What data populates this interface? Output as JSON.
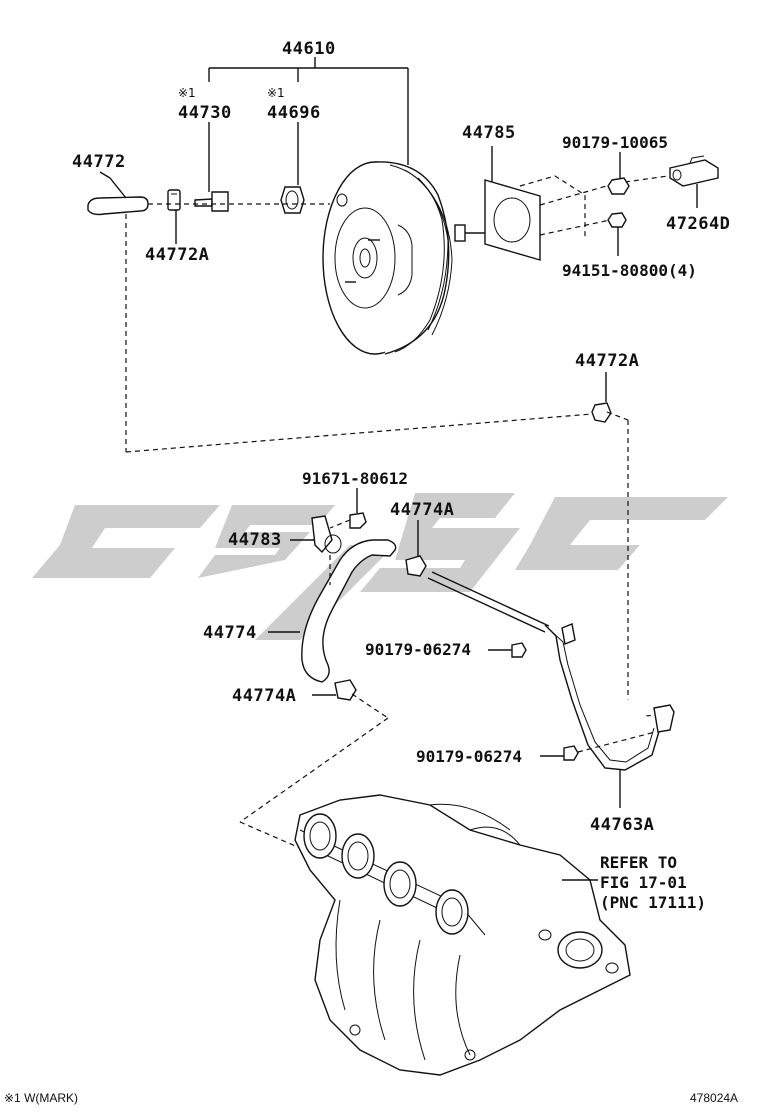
{
  "labels": {
    "booster_assy": "44610",
    "check_valve": "44730",
    "grommet": "44696",
    "mark_1": "※1",
    "mark_2": "※1",
    "hose_upper": "44772",
    "clip_upper": "44772A",
    "gasket": "44785",
    "nut_top": "90179-10065",
    "bracket": "47264D",
    "nut_bottom": "94151-80800(4)",
    "clip_right": "44772A",
    "bolt": "91671-80612",
    "clip_mid": "44774A",
    "clamp": "44783",
    "hose_lower": "44774",
    "nut_mid": "90179-06274",
    "clip_lower": "44774A",
    "nut_lower": "90179-06274",
    "tube": "44763A",
    "refer_line1": "REFER TO",
    "refer_line2": "FIG 17-01",
    "refer_line3": "(PNC 17111)"
  },
  "footer": {
    "note": "※1 W(MARK)",
    "figure_id": "478024A"
  },
  "colors": {
    "line": "#111111",
    "watermark": "#c8c8c8"
  }
}
